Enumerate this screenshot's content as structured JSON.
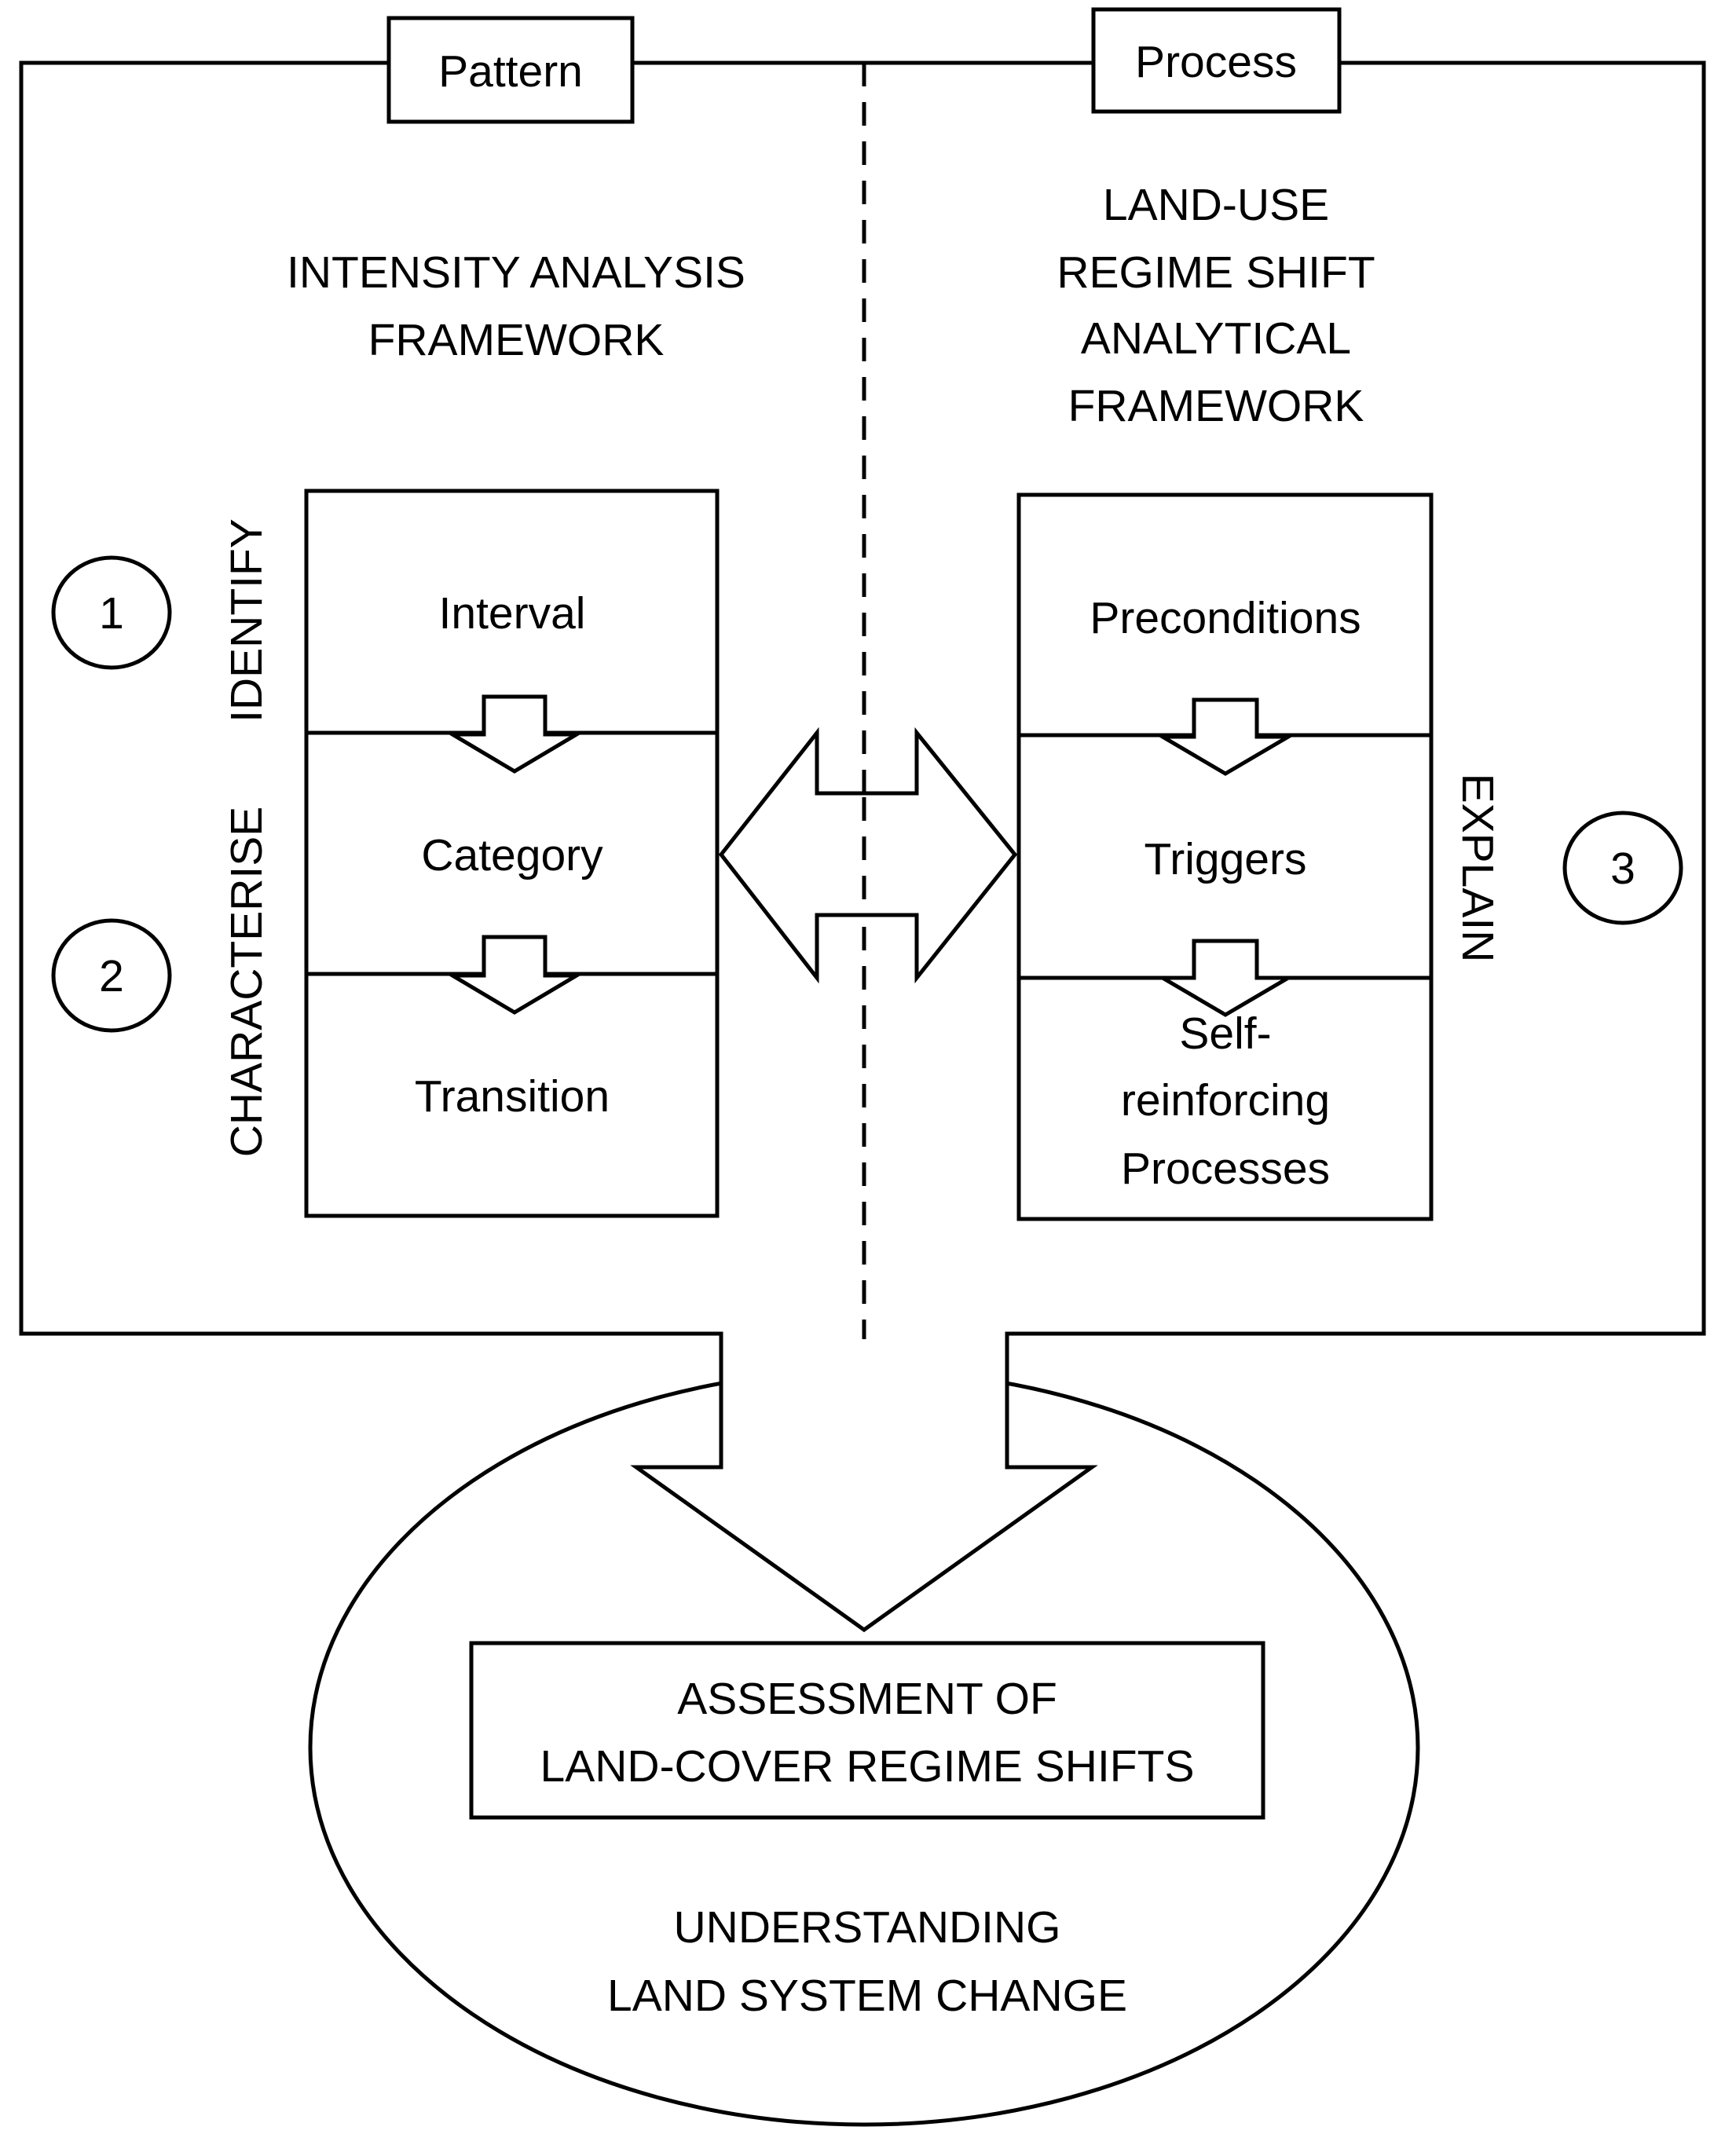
{
  "header": {
    "pattern_label": "Pattern",
    "process_label": "Process"
  },
  "left_framework": {
    "title_line1": "INTENSITY ANALYSIS",
    "title_line2": "FRAMEWORK",
    "steps": [
      "Interval",
      "Category",
      "Transition"
    ]
  },
  "right_framework": {
    "title_line1": "LAND-USE",
    "title_line2": "REGIME SHIFT",
    "title_line3": "ANALYTICAL",
    "title_line4": "FRAMEWORK",
    "steps": [
      "Preconditions",
      "Triggers"
    ],
    "step3_line1": "Self-",
    "step3_line2": "reinforcing",
    "step3_line3": "Processes"
  },
  "stages": {
    "identify": {
      "number": "1",
      "label": "IDENTIFY"
    },
    "characterise": {
      "number": "2",
      "label": "CHARACTERISE"
    },
    "explain": {
      "number": "3",
      "label": "EXPLAIN"
    }
  },
  "outcome": {
    "assessment_line1": "ASSESSMENT OF",
    "assessment_line2": "LAND-COVER REGIME SHIFTS",
    "understanding_line1": "UNDERSTANDING",
    "understanding_line2": "LAND SYSTEM CHANGE"
  }
}
